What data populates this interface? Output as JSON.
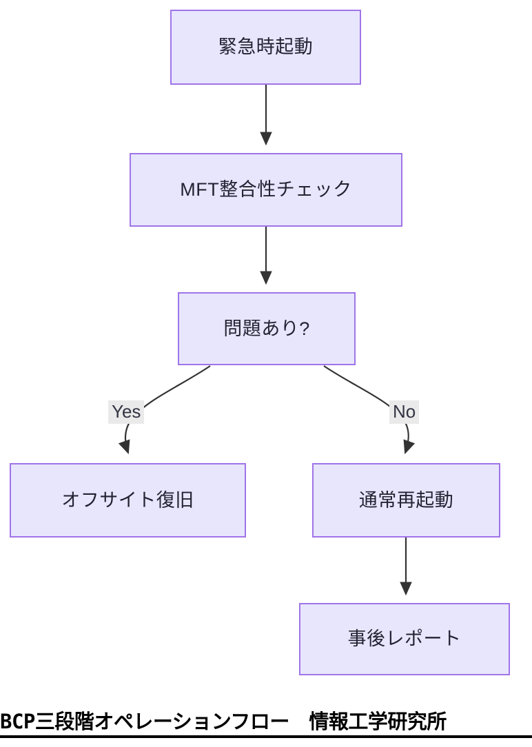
{
  "diagram": {
    "type": "flowchart",
    "direction": "top-down",
    "theme": {
      "node_fill": "#e8e6fd",
      "node_border": "#9f74e8",
      "node_text": "#232333",
      "edge_stroke": "#333333",
      "edge_label_bg": "#eaeaea",
      "edge_label_text": "#333344",
      "background": "#ffffff"
    },
    "nodes": [
      {
        "id": "start",
        "label": "緊急時起動",
        "shape": "rect"
      },
      {
        "id": "check",
        "label": "MFT整合性チェック",
        "shape": "rect"
      },
      {
        "id": "decision",
        "label": "問題あり?",
        "shape": "rect"
      },
      {
        "id": "offsite",
        "label": "オフサイト復旧",
        "shape": "rect"
      },
      {
        "id": "restart",
        "label": "通常再起動",
        "shape": "rect"
      },
      {
        "id": "report",
        "label": "事後レポート",
        "shape": "rect"
      }
    ],
    "edges": [
      {
        "from": "start",
        "to": "check",
        "label": "",
        "style": "straight-arrow"
      },
      {
        "from": "check",
        "to": "decision",
        "label": "",
        "style": "straight-arrow"
      },
      {
        "from": "decision",
        "to": "offsite",
        "label": "Yes",
        "style": "curved-arrow"
      },
      {
        "from": "decision",
        "to": "restart",
        "label": "No",
        "style": "curved-arrow"
      },
      {
        "from": "restart",
        "to": "report",
        "label": "",
        "style": "straight-arrow"
      }
    ]
  },
  "caption": {
    "text": "BCP三段階オペレーションフロー　情報工学研究所"
  }
}
